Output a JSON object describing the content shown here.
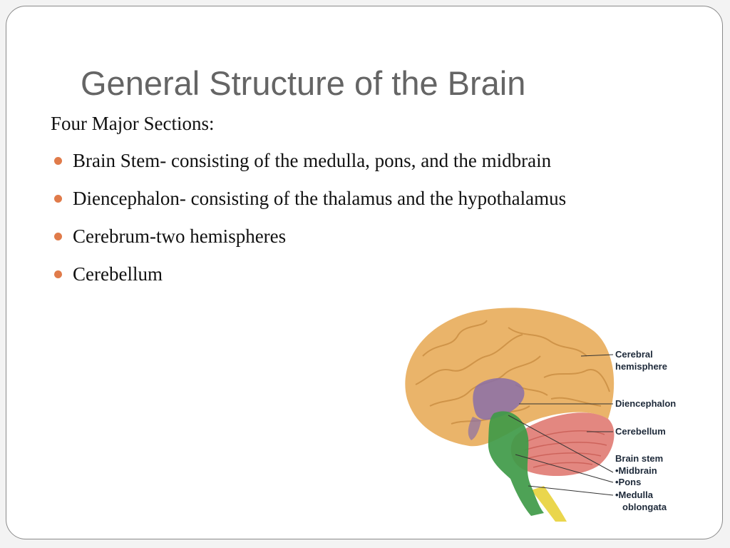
{
  "slide": {
    "title": "General Structure of the Brain",
    "intro": "Four Major Sections:",
    "bullets": [
      "Brain Stem- consisting of the medulla, pons, and the midbrain",
      "Diencephalon- consisting of the thalamus and the hypothalamus",
      "Cerebrum-two hemispheres",
      "Cerebellum"
    ]
  },
  "figure": {
    "labels": {
      "cerebral_1": "Cerebral",
      "cerebral_2": "hemisphere",
      "diencephalon": "Diencephalon",
      "cerebellum": "Cerebellum",
      "brainstem": "Brain stem",
      "midbrain": "•Midbrain",
      "pons": "•Pons",
      "medulla_1": "•Medulla",
      "medulla_2": "oblongata"
    },
    "colors": {
      "cerebrum": "#eab46a",
      "diencephalon": "#8a6fa8",
      "cerebellum": "#e07a72",
      "brainstem": "#3f9a48",
      "spinal_cord": "#e8d23a"
    }
  },
  "theme": {
    "bullet_color": "#e07b4a",
    "title_color": "#656565"
  }
}
